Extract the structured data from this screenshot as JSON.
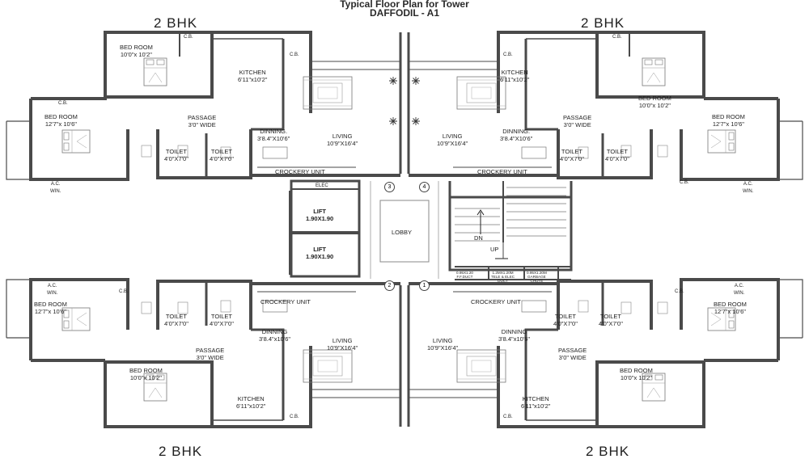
{
  "title": "Typical Floor Plan for Tower",
  "subtitle": "DAFFODIL - A1",
  "flats": {
    "top_left": {
      "type": "2  BHK",
      "master_bed": {
        "name": "BED ROOM",
        "size": "12'7\"x 10'6\""
      },
      "bed": {
        "name": "BED ROOM",
        "size": "10'0\"x 10'2\""
      },
      "kitchen": {
        "name": "KITCHEN",
        "size": "6'11\"x10'2\""
      },
      "passage": {
        "name": "PASSAGE",
        "size": "3'0\" WIDE"
      },
      "dinning": {
        "name": "DINNING.",
        "size": "3'8.4\"X10'6\""
      },
      "living": {
        "name": "LIVING",
        "size": "10'9\"X16'4\""
      },
      "toilet1": {
        "name": "TOILET",
        "size": "4'0\"X7'0\""
      },
      "toilet2": {
        "name": "TOILET",
        "size": "4'0\"X7'0\""
      },
      "crockery": "CROCKERY UNIT",
      "cb1": "C.B.",
      "cb2": "C.B.",
      "cb3": "C.B.",
      "ac_l1": "A.C.",
      "ac_l2": "WIN."
    },
    "top_right": {
      "type": "2  BHK",
      "master_bed": {
        "name": "BED ROOM",
        "size": "12'7\"x 10'6\""
      },
      "bed": {
        "name": "BED ROOM",
        "size": "10'0\"x 10'2\""
      },
      "kitchen": {
        "name": "KITCHEN",
        "size": "6'11\"x10'2\""
      },
      "passage": {
        "name": "PASSAGE",
        "size": "3'0\" WIDE"
      },
      "dinning": {
        "name": "DINNING.",
        "size": "3'8.4\"X10'6\""
      },
      "living": {
        "name": "LIVING",
        "size": "10'9\"X16'4\""
      },
      "toilet1": {
        "name": "TOILET",
        "size": "4'0\"X7'0\""
      },
      "toilet2": {
        "name": "TOILET",
        "size": "4'0\"X7'0\""
      },
      "crockery": "CROCKERY UNIT",
      "cb1": "C.B.",
      "cb2": "C.B.",
      "cb3": "C.B.",
      "ac_l1": "A.C.",
      "ac_l2": "WIN."
    },
    "bottom_left": {
      "type": "2  BHK",
      "master_bed": {
        "name": "BED ROOM",
        "size": "12'7\"x 10'6\""
      },
      "bed": {
        "name": "BED ROOM",
        "size": "10'0\"x 10'2\""
      },
      "kitchen": {
        "name": "KITCHEN",
        "size": "6'11\"x10'2\""
      },
      "passage": {
        "name": "PASSAGE",
        "size": "3'0\" WIDE"
      },
      "dinning": {
        "name": "DINNING",
        "size": "3'8.4\"x10'6\""
      },
      "living": {
        "name": "LIVING",
        "size": "10'9\"X16'4\""
      },
      "toilet1": {
        "name": "TOILET",
        "size": "4'0\"X7'0\""
      },
      "toilet2": {
        "name": "TOILET",
        "size": "4'0\"X7'0\""
      },
      "crockery": "CROCKERY UNIT",
      "cb1": "C.B.",
      "cb2": "C.B.",
      "ac_l1": "A.C.",
      "ac_l2": "WIN."
    },
    "bottom_right": {
      "type": "2  BHK",
      "master_bed": {
        "name": "BED ROOM",
        "size": "12'7\"x 10'6\""
      },
      "bed": {
        "name": "BED ROOM",
        "size": "10'0\"x 10'2\""
      },
      "kitchen": {
        "name": "KITCHEN",
        "size": "6'11\"x10'2\""
      },
      "passage": {
        "name": "PASSAGE",
        "size": "3'0\" WIDE"
      },
      "dinning": {
        "name": "DINNING",
        "size": "3'8.4\"x10'6\""
      },
      "living": {
        "name": "LIVING",
        "size": "10'9\"X16'4\""
      },
      "toilet1": {
        "name": "TOILET",
        "size": "4'0\"X7'0\""
      },
      "toilet2": {
        "name": "TOILET",
        "size": "4'0\"X7'0\""
      },
      "crockery": "CROCKERY UNIT",
      "cb1": "C.B.",
      "cb2": "C.B.",
      "ac_l1": "A.C.",
      "ac_l2": "WIN."
    }
  },
  "core": {
    "elec": "ELEC",
    "lift1": {
      "name": "LIFT",
      "size": "1.90X1.90"
    },
    "lift2": {
      "name": "LIFT",
      "size": "1.90X1.90"
    },
    "lobby": "LOBBY",
    "stair_dn": "DN",
    "stair_up": "UP",
    "duct1": [
      "0.95X1.20",
      "F.F.DUCT"
    ],
    "duct2": [
      "1.2MX1.20M",
      "TELE & ELEC",
      "DUCT"
    ],
    "duct3": [
      "0.95X1.20M",
      "GARBAGE",
      "CHUTE"
    ],
    "flat_numbers": [
      "1",
      "2",
      "3",
      "4"
    ]
  },
  "colors": {
    "wall": "#4a4a4a",
    "line": "#8a8a8a",
    "text": "#1e1e1e"
  }
}
